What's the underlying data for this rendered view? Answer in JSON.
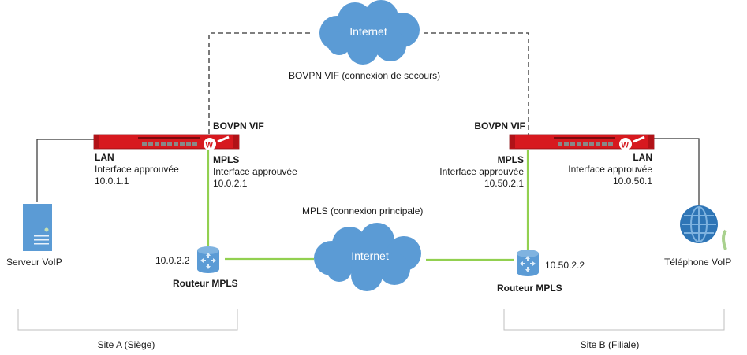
{
  "clouds": {
    "top": {
      "label": "Internet"
    },
    "middle": {
      "label": "Internet"
    }
  },
  "links": {
    "backup_label": "BOVPN VIF (connexion de secours)",
    "primary_label": "MPLS (connexion principale)"
  },
  "site_a": {
    "name": "Site A (Siège)",
    "firebox": {
      "bovpn_label": "BOVPN VIF",
      "lan": {
        "title": "LAN",
        "desc": "Interface approuvée",
        "ip": "10.0.1.1"
      },
      "mpls": {
        "title": "MPLS",
        "desc": "Interface approuvée",
        "ip": "10.0.2.1"
      }
    },
    "router": {
      "label": "Routeur MPLS",
      "ip": "10.0.2.2"
    },
    "endpoint": {
      "label": "Serveur VoIP",
      "icon": "server-icon"
    }
  },
  "site_b": {
    "name": "Site B (Filiale)",
    "firebox": {
      "bovpn_label": "BOVPN VIF",
      "lan": {
        "title": "LAN",
        "desc": "Interface approuvée",
        "ip": "10.0.50.1"
      },
      "mpls": {
        "title": "MPLS",
        "desc": "Interface approuvée",
        "ip": "10.50.2.1"
      }
    },
    "router": {
      "label": "Routeur MPLS",
      "ip": "10.50.2.2"
    },
    "endpoint": {
      "label": "Téléphone VoIP",
      "icon": "globe-phone-icon"
    }
  },
  "colors": {
    "cloud": "#5b9bd5",
    "mpls_link": "#92d050",
    "firebox_red": "#d7191f",
    "device_blue": "#5b9bd5"
  }
}
